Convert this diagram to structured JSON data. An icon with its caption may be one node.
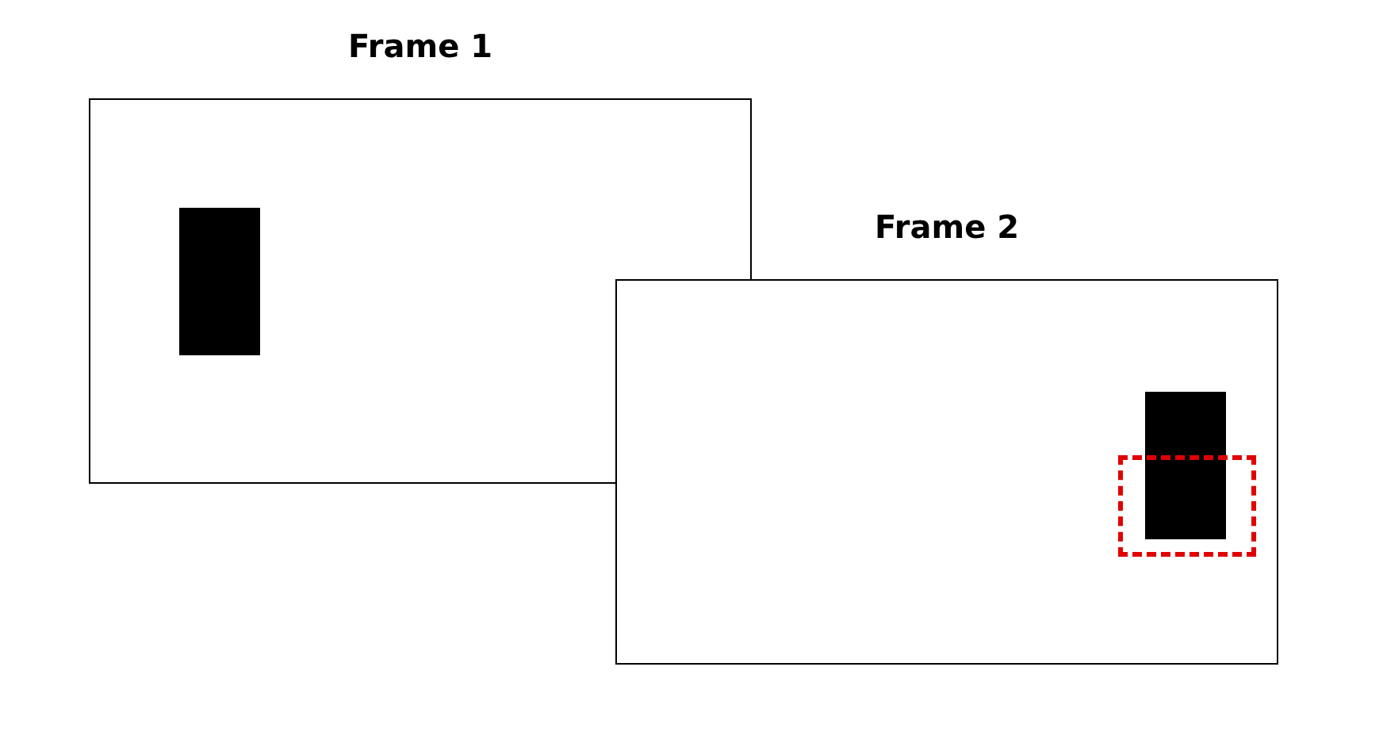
{
  "diagram": {
    "nodes": [
      {
        "text": [
          "Frame 1"
        ]
      },
      {
        "text": [],
        "shape": "box",
        "in": 0
      },
      {
        "text": [
          "Frame 2"
        ]
      },
      {
        "text": [],
        "shape": "box",
        "in": 2
      },
      {
        "text": [],
        "shape": "box",
        "in": 2
      }
    ]
  }
}
